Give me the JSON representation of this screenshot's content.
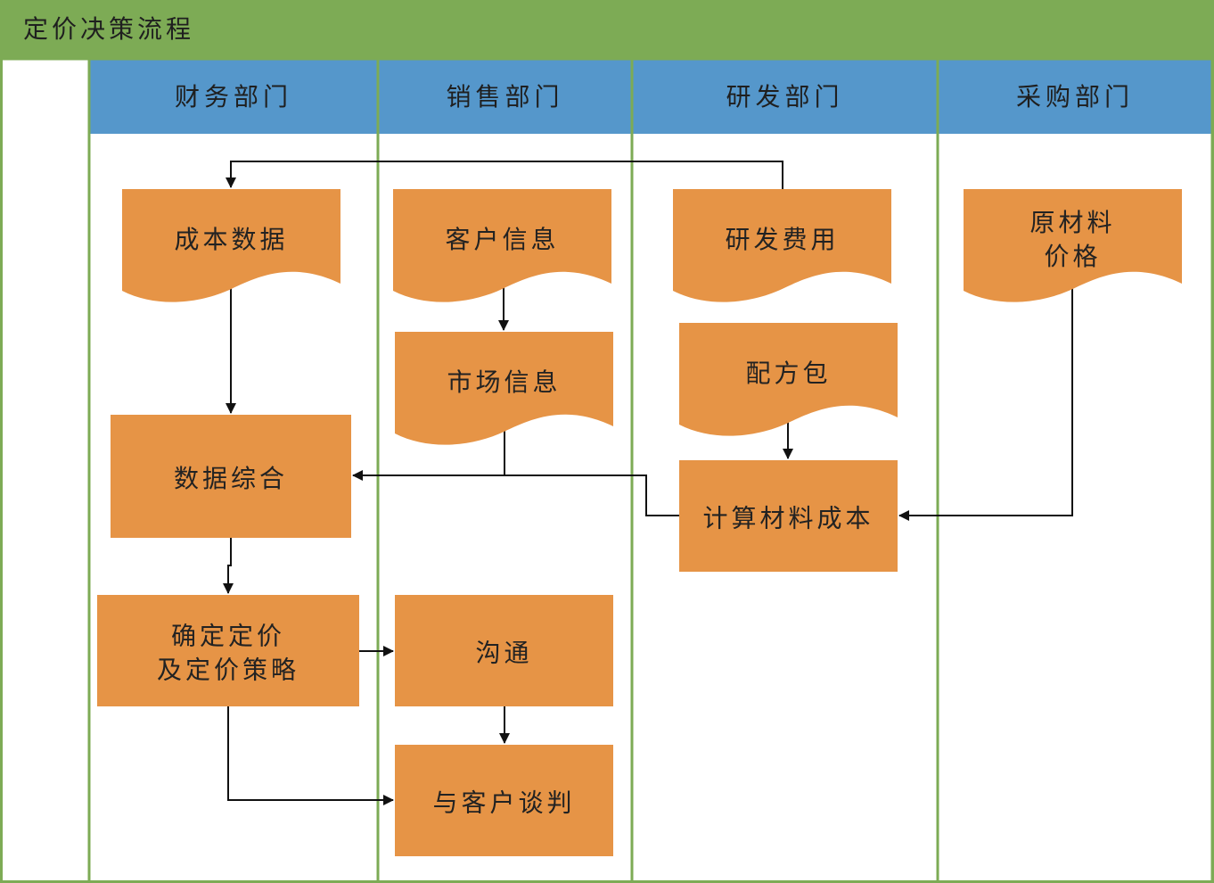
{
  "title": "定价决策流程",
  "colors": {
    "title_bar": "#7dab55",
    "lane_header": "#5597cb",
    "lane_border": "#7dab55",
    "node_fill": "#e69446",
    "connector": "#111111"
  },
  "lanes": [
    {
      "id": "finance",
      "label": "财务部门"
    },
    {
      "id": "sales",
      "label": "销售部门"
    },
    {
      "id": "rd",
      "label": "研发部门"
    },
    {
      "id": "purchasing",
      "label": "采购部门"
    }
  ],
  "nodes": [
    {
      "id": "cost_data",
      "lane": "finance",
      "shape": "document",
      "lines": [
        "成本数据"
      ]
    },
    {
      "id": "customer_info",
      "lane": "sales",
      "shape": "document",
      "lines": [
        "客户信息"
      ]
    },
    {
      "id": "rd_cost",
      "lane": "rd",
      "shape": "document",
      "lines": [
        "研发费用"
      ]
    },
    {
      "id": "raw_price",
      "lane": "purchasing",
      "shape": "document",
      "lines": [
        "原材料",
        "价格"
      ]
    },
    {
      "id": "market_info",
      "lane": "sales",
      "shape": "document",
      "lines": [
        "市场信息"
      ]
    },
    {
      "id": "formula_pack",
      "lane": "rd",
      "shape": "document",
      "lines": [
        "配方包"
      ]
    },
    {
      "id": "data_synthesis",
      "lane": "finance",
      "shape": "process",
      "lines": [
        "数据综合"
      ]
    },
    {
      "id": "calc_material_cost",
      "lane": "rd",
      "shape": "process",
      "lines": [
        "计算材料成本"
      ]
    },
    {
      "id": "set_price",
      "lane": "finance",
      "shape": "process",
      "lines": [
        "确定定价",
        "及定价策略"
      ]
    },
    {
      "id": "communicate",
      "lane": "sales",
      "shape": "process",
      "lines": [
        "沟通"
      ]
    },
    {
      "id": "negotiate",
      "lane": "sales",
      "shape": "process",
      "lines": [
        "与客户谈判"
      ]
    }
  ],
  "edges": [
    {
      "from": "rd_cost",
      "to": "cost_data"
    },
    {
      "from": "customer_info",
      "to": "market_info"
    },
    {
      "from": "cost_data",
      "to": "data_synthesis"
    },
    {
      "from": "market_info",
      "to": "data_synthesis"
    },
    {
      "from": "calc_material_cost",
      "to": "data_synthesis"
    },
    {
      "from": "formula_pack",
      "to": "calc_material_cost"
    },
    {
      "from": "raw_price",
      "to": "calc_material_cost"
    },
    {
      "from": "data_synthesis",
      "to": "set_price"
    },
    {
      "from": "set_price",
      "to": "communicate"
    },
    {
      "from": "set_price",
      "to": "negotiate"
    },
    {
      "from": "communicate",
      "to": "negotiate"
    }
  ]
}
